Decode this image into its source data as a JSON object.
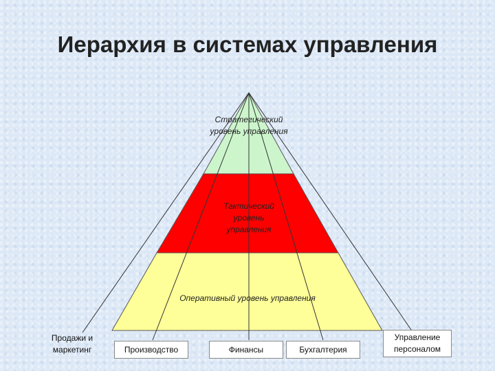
{
  "title": "Иерархия в системах управления",
  "levels": {
    "strategic": {
      "label": "Стратегический уровень управления",
      "color": "#ccf5cc"
    },
    "tactical": {
      "label": "Тактический уровень управления",
      "color": "#ff0000"
    },
    "operational": {
      "label": "Оперативный уровень управления",
      "color": "#ffff99"
    }
  },
  "departments": {
    "sales": "Продажи и маркетинг",
    "production": "Производство",
    "finance": "Финансы",
    "accounting": "Бухгалтерия",
    "hr": "Управление персоналом"
  }
}
